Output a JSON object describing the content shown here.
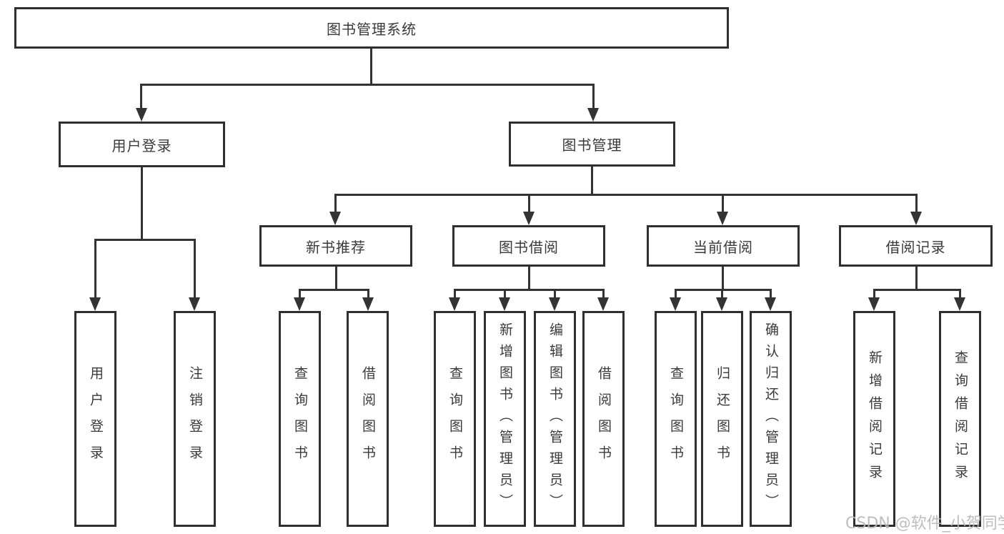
{
  "diagram": {
    "type": "hierarchy-tree",
    "tree": {
      "label": "图书管理系统",
      "children": [
        {
          "label": "用户登录",
          "children": [
            {
              "label": "用户登录"
            },
            {
              "label": "注销登录"
            }
          ]
        },
        {
          "label": "图书管理",
          "children": [
            {
              "label": "新书推荐",
              "children": [
                {
                  "label": "查询图书"
                },
                {
                  "label": "借阅图书"
                }
              ]
            },
            {
              "label": "图书借阅",
              "children": [
                {
                  "label": "查询图书"
                },
                {
                  "label": "新增图书（管理员）"
                },
                {
                  "label": "编辑图书（管理员）"
                },
                {
                  "label": "借阅图书"
                }
              ]
            },
            {
              "label": "当前借阅",
              "children": [
                {
                  "label": "查询图书"
                },
                {
                  "label": "归还图书"
                },
                {
                  "label": "确认归还（管理员）"
                }
              ]
            },
            {
              "label": "借阅记录",
              "children": [
                {
                  "label": "新增借阅记录"
                },
                {
                  "label": "查询借阅记录"
                }
              ]
            }
          ]
        }
      ]
    },
    "colors": {
      "line": "#333333",
      "border": "#2f2f2f",
      "text": "#3a3a3a",
      "background": "#ffffff",
      "watermark": "#b8b8b8"
    }
  },
  "watermark": {
    "text": "CSDN @软件_小贺同学"
  }
}
